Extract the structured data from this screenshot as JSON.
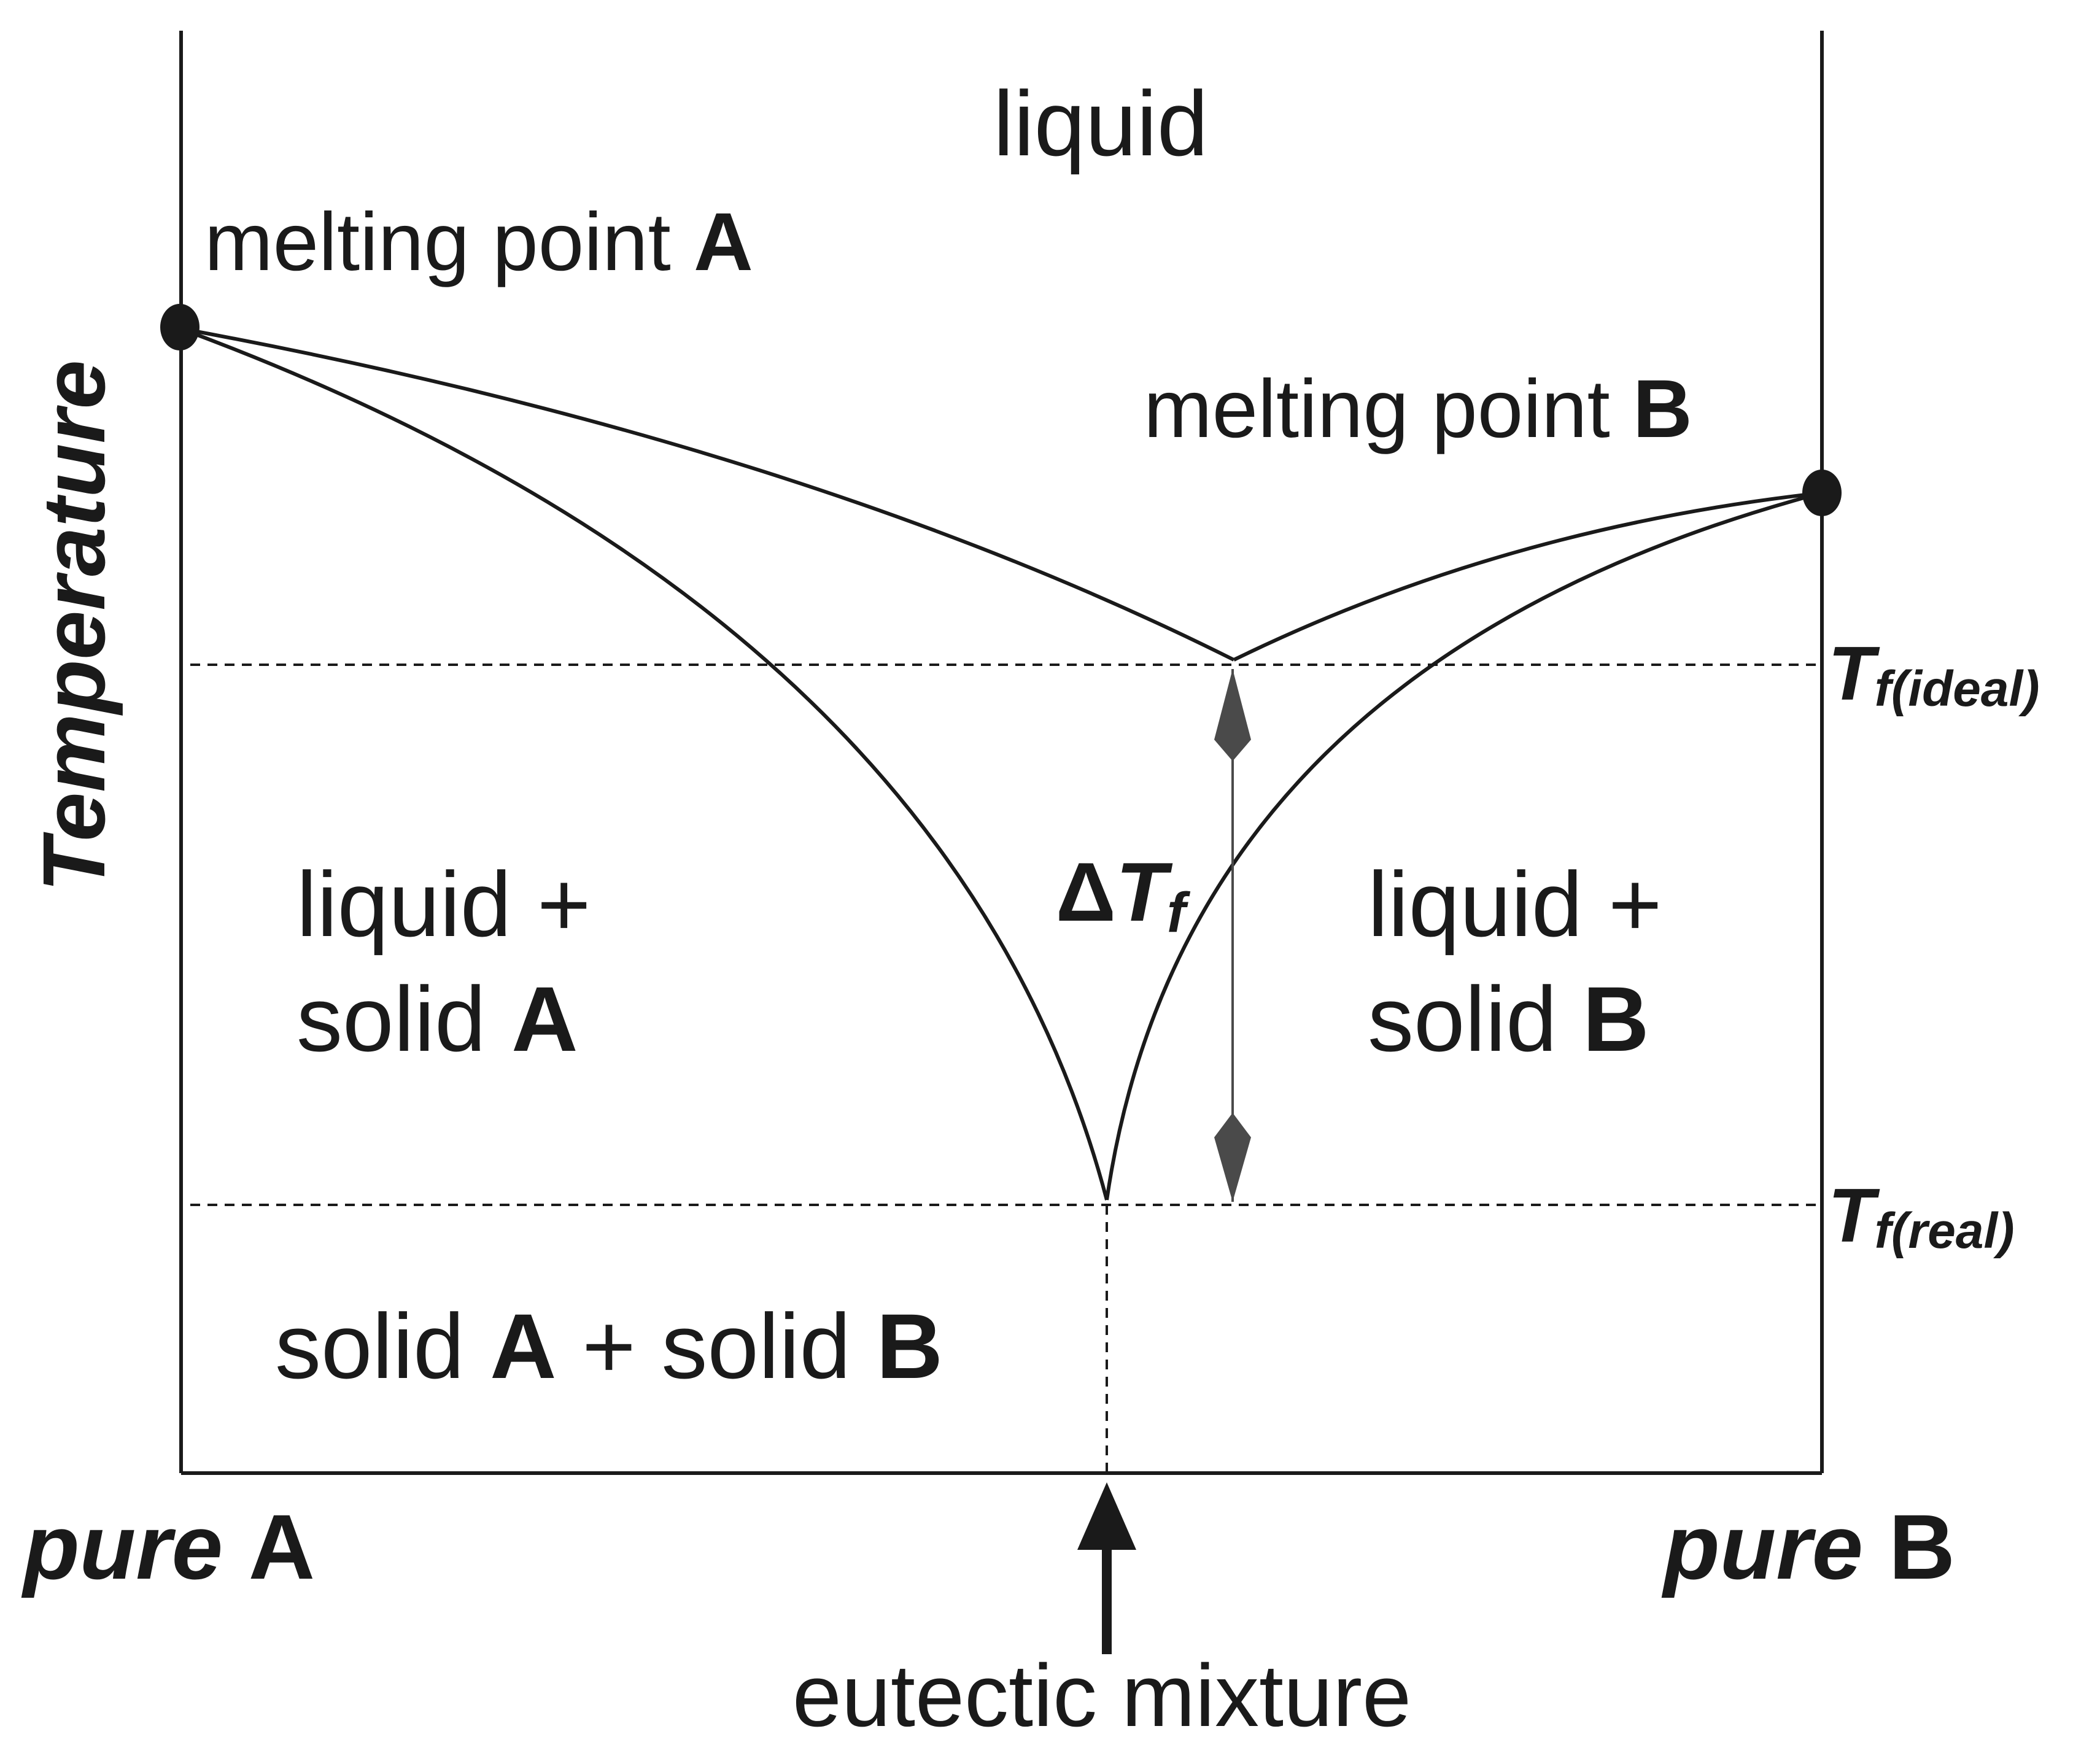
{
  "labels": {
    "liquid": "liquid",
    "mp_a_text": "melting point ",
    "mp_a_letter": "A",
    "mp_b_text": "melting point ",
    "mp_b_letter": "B",
    "y_axis": "Temperature",
    "left_region_line1": "liquid +",
    "left_region_line2_text": "solid ",
    "left_region_line2_letter": "A",
    "right_region_line1": "liquid +",
    "right_region_line2_text": "solid ",
    "right_region_line2_letter": "B",
    "delta_symbol": "Δ",
    "delta_T": "T",
    "delta_sub": "f",
    "tf_ideal_T": "T",
    "tf_ideal_sub": "f(ideal)",
    "tf_real_T": "T",
    "tf_real_sub": "f(real)",
    "bottom_region_solid1": "solid ",
    "bottom_region_A": "A",
    "bottom_region_plus": " + solid ",
    "bottom_region_B": "B",
    "pure_a_word": "pure ",
    "pure_a_letter": "A",
    "pure_b_word": "pure ",
    "pure_b_letter": "B",
    "eutectic": "eutectic mixture"
  },
  "colors": {
    "line": "#1a1a1a",
    "arrow_fill": "#4a4a4a",
    "background": "#ffffff"
  }
}
